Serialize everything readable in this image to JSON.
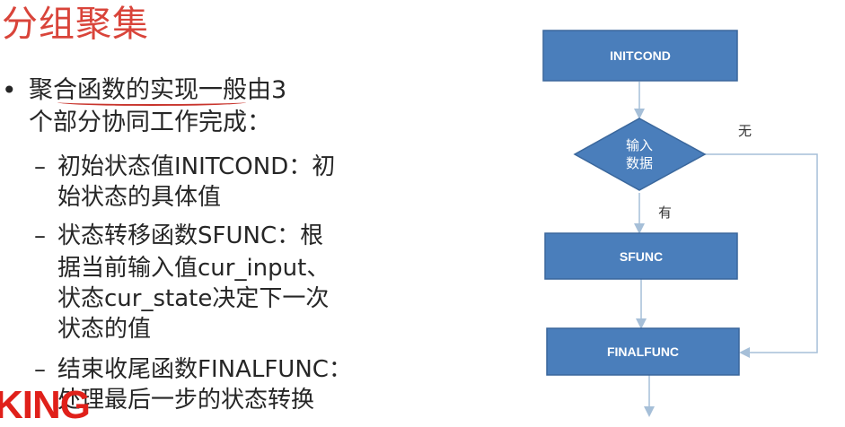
{
  "slide": {
    "title": "分组聚集",
    "bullet_main_line1": "聚合函数的实现一般由3",
    "bullet_main_line2": "个部分协同工作完成：",
    "sub1_line1": "初始状态值INITCOND：初",
    "sub1_line2": "始状态的具体值",
    "sub2_line1": " 状态转移函数SFUNC：根",
    "sub2_line2": "据当前输入值cur_input、",
    "sub2_line3": "状态cur_state决定下一次",
    "sub2_line4": "状态的值",
    "sub3_line1": "结束收尾函数FINALFUNC：",
    "sub3_line2": "处理最后一步的状态转换",
    "logo_text": "KING"
  },
  "flowchart": {
    "initcond": "INITCOND",
    "decision_line1": "输入",
    "decision_line2": "数据",
    "sfunc": "SFUNC",
    "finalfunc": "FINALFUNC",
    "label_no": "无",
    "label_yes": "有"
  },
  "colors": {
    "title_red": "#d9443a",
    "box_fill": "#4a7ebb",
    "box_stroke": "#3a679c",
    "connector": "#a6bfd8"
  }
}
